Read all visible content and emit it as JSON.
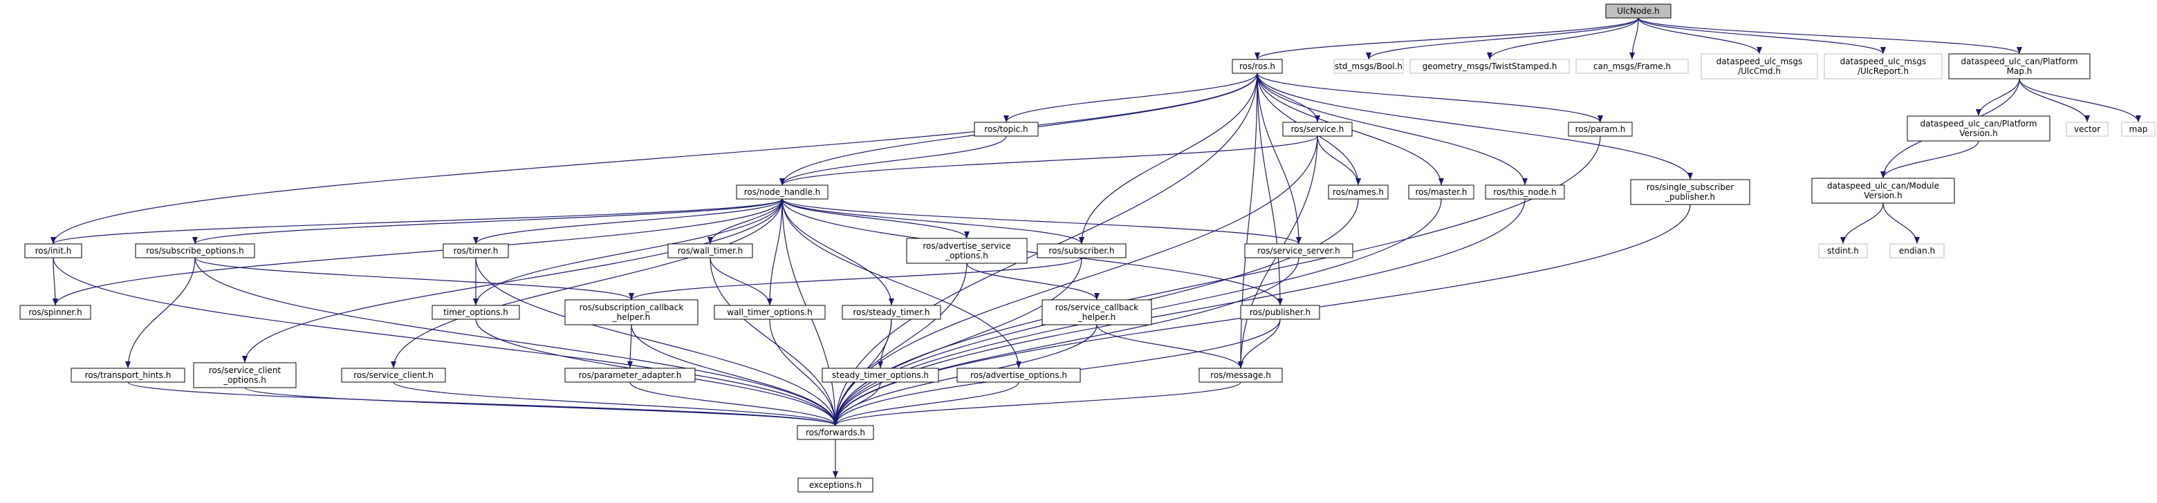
{
  "root": "UlcNode.h",
  "nodes": [
    {
      "id": "ulcnode",
      "lines": [
        "UlcNode.h"
      ],
      "style": "root"
    },
    {
      "id": "ros",
      "lines": [
        "ros/ros.h"
      ],
      "style": "normal"
    },
    {
      "id": "bool",
      "lines": [
        "std_msgs/Bool.h"
      ],
      "style": "external"
    },
    {
      "id": "twist",
      "lines": [
        "geometry_msgs/TwistStamped.h"
      ],
      "style": "external"
    },
    {
      "id": "frame",
      "lines": [
        "can_msgs/Frame.h"
      ],
      "style": "external"
    },
    {
      "id": "ulccmd",
      "lines": [
        "dataspeed_ulc_msgs",
        "/UlcCmd.h"
      ],
      "style": "external"
    },
    {
      "id": "ulcreport",
      "lines": [
        "dataspeed_ulc_msgs",
        "/UlcReport.h"
      ],
      "style": "external"
    },
    {
      "id": "platmap",
      "lines": [
        "dataspeed_ulc_can/Platform",
        "Map.h"
      ],
      "style": "normal"
    },
    {
      "id": "topic",
      "lines": [
        "ros/topic.h"
      ],
      "style": "normal"
    },
    {
      "id": "service",
      "lines": [
        "ros/service.h"
      ],
      "style": "normal"
    },
    {
      "id": "param",
      "lines": [
        "ros/param.h"
      ],
      "style": "normal"
    },
    {
      "id": "platver",
      "lines": [
        "dataspeed_ulc_can/Platform",
        "Version.h"
      ],
      "style": "normal"
    },
    {
      "id": "vector",
      "lines": [
        "vector"
      ],
      "style": "external"
    },
    {
      "id": "map",
      "lines": [
        "map"
      ],
      "style": "external"
    },
    {
      "id": "nodehandle",
      "lines": [
        "ros/node_handle.h"
      ],
      "style": "normal"
    },
    {
      "id": "names",
      "lines": [
        "ros/names.h"
      ],
      "style": "normal"
    },
    {
      "id": "master",
      "lines": [
        "ros/master.h"
      ],
      "style": "normal"
    },
    {
      "id": "thisnode",
      "lines": [
        "ros/this_node.h"
      ],
      "style": "normal"
    },
    {
      "id": "singlesub",
      "lines": [
        "ros/single_subscriber",
        "_publisher.h"
      ],
      "style": "normal"
    },
    {
      "id": "modver",
      "lines": [
        "dataspeed_ulc_can/Module",
        "Version.h"
      ],
      "style": "normal"
    },
    {
      "id": "init",
      "lines": [
        "ros/init.h"
      ],
      "style": "normal"
    },
    {
      "id": "subopts",
      "lines": [
        "ros/subscribe_options.h"
      ],
      "style": "normal"
    },
    {
      "id": "timer",
      "lines": [
        "ros/timer.h"
      ],
      "style": "normal"
    },
    {
      "id": "walltimer",
      "lines": [
        "ros/wall_timer.h"
      ],
      "style": "normal"
    },
    {
      "id": "advsrvopts",
      "lines": [
        "ros/advertise_service",
        "_options.h"
      ],
      "style": "normal"
    },
    {
      "id": "subscriber",
      "lines": [
        "ros/subscriber.h"
      ],
      "style": "normal"
    },
    {
      "id": "srvserver",
      "lines": [
        "ros/service_server.h"
      ],
      "style": "normal"
    },
    {
      "id": "stdint",
      "lines": [
        "stdint.h"
      ],
      "style": "external"
    },
    {
      "id": "endian",
      "lines": [
        "endian.h"
      ],
      "style": "external"
    },
    {
      "id": "spinner",
      "lines": [
        "ros/spinner.h"
      ],
      "style": "normal"
    },
    {
      "id": "timeropts",
      "lines": [
        "timer_options.h"
      ],
      "style": "normal"
    },
    {
      "id": "subcbhelper",
      "lines": [
        "ros/subscription_callback",
        "_helper.h"
      ],
      "style": "normal"
    },
    {
      "id": "walltimeropts",
      "lines": [
        "wall_timer_options.h"
      ],
      "style": "normal"
    },
    {
      "id": "steadytimer",
      "lines": [
        "ros/steady_timer.h"
      ],
      "style": "normal"
    },
    {
      "id": "srvcbhelper",
      "lines": [
        "ros/service_callback",
        "_helper.h"
      ],
      "style": "normal"
    },
    {
      "id": "publisher",
      "lines": [
        "ros/publisher.h"
      ],
      "style": "normal"
    },
    {
      "id": "transport",
      "lines": [
        "ros/transport_hints.h"
      ],
      "style": "normal"
    },
    {
      "id": "srvclientopts",
      "lines": [
        "ros/service_client",
        "_options.h"
      ],
      "style": "normal"
    },
    {
      "id": "srvclient",
      "lines": [
        "ros/service_client.h"
      ],
      "style": "normal"
    },
    {
      "id": "paramadapter",
      "lines": [
        "ros/parameter_adapter.h"
      ],
      "style": "normal"
    },
    {
      "id": "steadytimeropts",
      "lines": [
        "steady_timer_options.h"
      ],
      "style": "normal"
    },
    {
      "id": "advopts",
      "lines": [
        "ros/advertise_options.h"
      ],
      "style": "normal"
    },
    {
      "id": "message",
      "lines": [
        "ros/message.h"
      ],
      "style": "normal"
    },
    {
      "id": "forwards",
      "lines": [
        "ros/forwards.h"
      ],
      "style": "normal"
    },
    {
      "id": "exceptions",
      "lines": [
        "exceptions.h"
      ],
      "style": "normal"
    }
  ],
  "edges": [
    [
      "ulcnode",
      "ros"
    ],
    [
      "ulcnode",
      "bool"
    ],
    [
      "ulcnode",
      "twist"
    ],
    [
      "ulcnode",
      "frame"
    ],
    [
      "ulcnode",
      "ulccmd"
    ],
    [
      "ulcnode",
      "ulcreport"
    ],
    [
      "ulcnode",
      "platmap"
    ],
    [
      "ros",
      "topic"
    ],
    [
      "ros",
      "service"
    ],
    [
      "ros",
      "param"
    ],
    [
      "ros",
      "nodehandle"
    ],
    [
      "ros",
      "names"
    ],
    [
      "ros",
      "master"
    ],
    [
      "ros",
      "thisnode"
    ],
    [
      "ros",
      "singlesub"
    ],
    [
      "ros",
      "init"
    ],
    [
      "ros",
      "subscriber"
    ],
    [
      "ros",
      "srvserver"
    ],
    [
      "ros",
      "publisher"
    ],
    [
      "ros",
      "message"
    ],
    [
      "ros",
      "forwards"
    ],
    [
      "platmap",
      "platver"
    ],
    [
      "platmap",
      "modver"
    ],
    [
      "platmap",
      "vector"
    ],
    [
      "platmap",
      "map"
    ],
    [
      "platver",
      "modver"
    ],
    [
      "modver",
      "stdint"
    ],
    [
      "modver",
      "endian"
    ],
    [
      "topic",
      "nodehandle"
    ],
    [
      "service",
      "nodehandle"
    ],
    [
      "service",
      "names"
    ],
    [
      "service",
      "message"
    ],
    [
      "service",
      "forwards"
    ],
    [
      "param",
      "forwards"
    ],
    [
      "names",
      "forwards"
    ],
    [
      "master",
      "forwards"
    ],
    [
      "thisnode",
      "forwards"
    ],
    [
      "singlesub",
      "forwards"
    ],
    [
      "nodehandle",
      "init"
    ],
    [
      "nodehandle",
      "spinner"
    ],
    [
      "nodehandle",
      "subopts"
    ],
    [
      "nodehandle",
      "timer"
    ],
    [
      "nodehandle",
      "walltimer"
    ],
    [
      "nodehandle",
      "advsrvopts"
    ],
    [
      "nodehandle",
      "subscriber"
    ],
    [
      "nodehandle",
      "srvserver"
    ],
    [
      "nodehandle",
      "publisher"
    ],
    [
      "nodehandle",
      "timeropts"
    ],
    [
      "nodehandle",
      "walltimeropts"
    ],
    [
      "nodehandle",
      "steadytimer"
    ],
    [
      "nodehandle",
      "srvclientopts"
    ],
    [
      "nodehandle",
      "srvclient"
    ],
    [
      "nodehandle",
      "advopts"
    ],
    [
      "nodehandle",
      "forwards"
    ],
    [
      "init",
      "spinner"
    ],
    [
      "init",
      "forwards"
    ],
    [
      "subopts",
      "transport"
    ],
    [
      "subopts",
      "subcbhelper"
    ],
    [
      "subopts",
      "forwards"
    ],
    [
      "timer",
      "timeropts"
    ],
    [
      "timer",
      "forwards"
    ],
    [
      "walltimer",
      "walltimeropts"
    ],
    [
      "walltimer",
      "forwards"
    ],
    [
      "advsrvopts",
      "srvcbhelper"
    ],
    [
      "advsrvopts",
      "forwards"
    ],
    [
      "subscriber",
      "subcbhelper"
    ],
    [
      "subscriber",
      "forwards"
    ],
    [
      "srvserver",
      "forwards"
    ],
    [
      "timeropts",
      "forwards"
    ],
    [
      "walltimeropts",
      "forwards"
    ],
    [
      "subcbhelper",
      "paramadapter"
    ],
    [
      "subcbhelper",
      "forwards"
    ],
    [
      "steadytimer",
      "steadytimeropts"
    ],
    [
      "steadytimer",
      "forwards"
    ],
    [
      "srvcbhelper",
      "message"
    ],
    [
      "srvcbhelper",
      "forwards"
    ],
    [
      "publisher",
      "message"
    ],
    [
      "publisher",
      "forwards"
    ],
    [
      "transport",
      "forwards"
    ],
    [
      "srvclientopts",
      "forwards"
    ],
    [
      "srvclient",
      "forwards"
    ],
    [
      "paramadapter",
      "forwards"
    ],
    [
      "steadytimeropts",
      "forwards"
    ],
    [
      "advopts",
      "forwards"
    ],
    [
      "message",
      "forwards"
    ],
    [
      "forwards",
      "exceptions"
    ]
  ],
  "colors": {
    "edge": "#191970",
    "node_border": "#000000",
    "external_border": "#bfbfbf",
    "root_fill": "#bfbfbf",
    "text": "#000000"
  }
}
